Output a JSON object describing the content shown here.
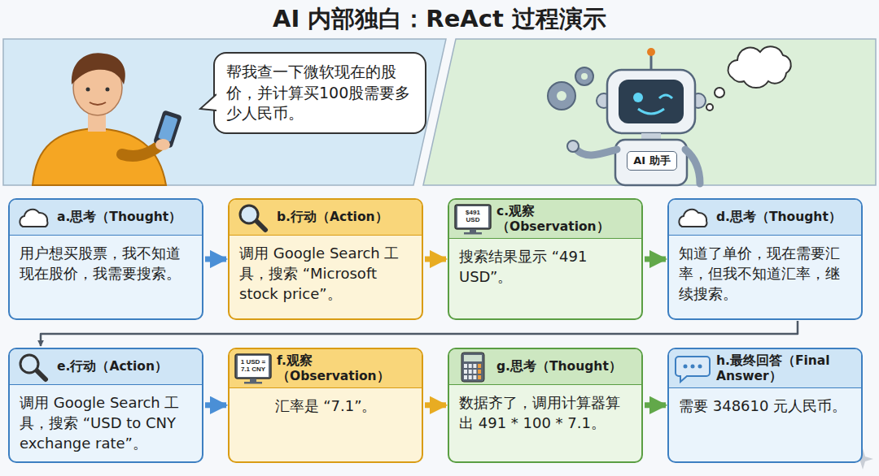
{
  "diagram": {
    "title": "AI 内部独白：ReAct 过程演示",
    "nodes": [
      {
        "text": [
          "帮我查一下微软现在的股价，并计算买100股需要多少人民币。"
        ]
      },
      {
        "text": [
          "a.思考（Thought）",
          "用户想买股票，我不知道现在股价，我需要搜索。"
        ]
      },
      {
        "text": [
          "b.行动（Action）",
          "调用 Google Search 工具，搜索 “Microsoft stock price”。"
        ]
      },
      {
        "text": [
          "c.观察（Observation）",
          "搜索结果显示 “491 USD”。"
        ]
      },
      {
        "text": [
          "d.思考（Thought）",
          "知道了单价，现在需要汇率，但我不知道汇率，继续搜索。"
        ]
      },
      {
        "text": [
          "e.行动（Action）",
          "调用 Google Search 工具，搜索 “USD to CNY exchange rate”。"
        ]
      },
      {
        "text": [
          "f.观察（Observation）",
          "汇率是 “7.1”。"
        ]
      },
      {
        "text": [
          "g.思考（Thought）",
          "数据齐了，调用计算器算出 491 * 100 * 7.1。"
        ]
      },
      {
        "text": [
          "h.最终回答（Final Answer）",
          "需要 348610 元人民币。"
        ]
      }
    ],
    "edges": [
      {
        "from": 1,
        "to": 2,
        "arrow": "to"
      },
      {
        "from": 2,
        "to": 3,
        "arrow": "to"
      },
      {
        "from": 3,
        "to": 4,
        "arrow": "to"
      },
      {
        "from": 4,
        "to": 5,
        "arrow": "to"
      },
      {
        "from": 5,
        "to": 6,
        "arrow": "to"
      },
      {
        "from": 6,
        "to": 7,
        "arrow": "to"
      },
      {
        "from": 7,
        "to": 8,
        "arrow": "to"
      }
    ],
    "labels": [
      "AI 助手",
      "$491 USD",
      "1 USD = 7.1 CNY"
    ]
  }
}
